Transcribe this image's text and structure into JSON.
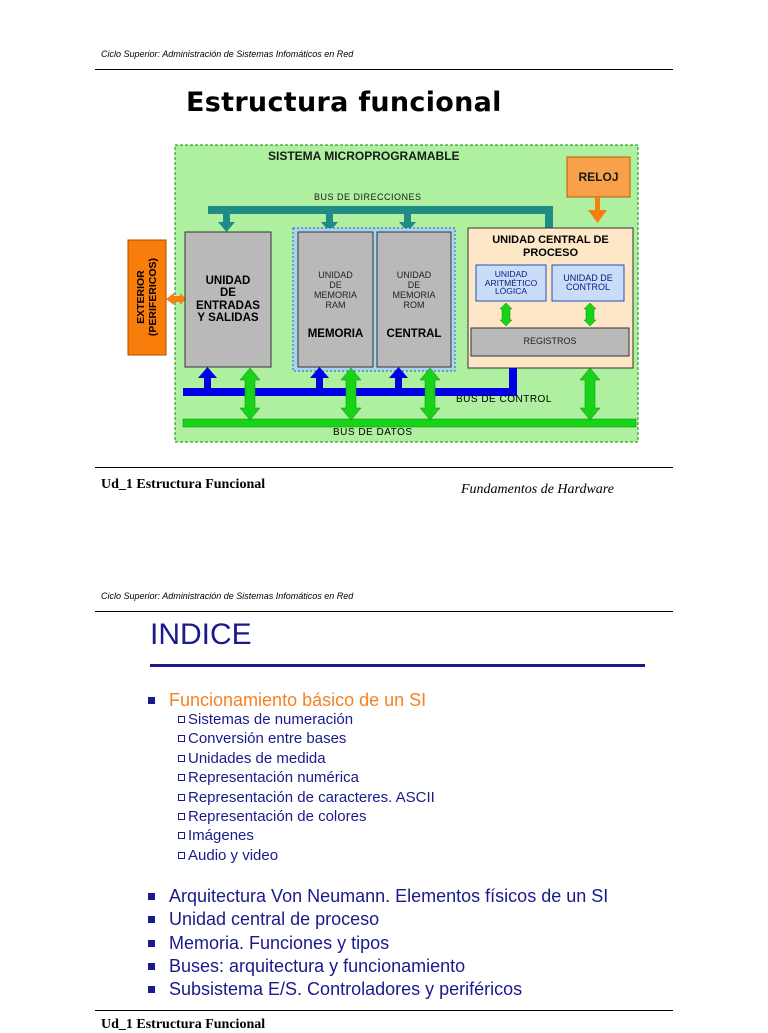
{
  "page1": {
    "header": "Ciclo Superior: Administración de Sistemas Infomáticos en Red",
    "slide_title": "Estructura funcional",
    "diagram": {
      "system_title": "SISTEMA MICROPROGRAMABLE",
      "bus_direcciones": "BUS DE DIRECCIONES",
      "bus_control": "BUS DE CONTROL",
      "bus_datos": "BUS DE DATOS",
      "reloj": "RELOJ",
      "exterior_line1": "EXTERIOR",
      "exterior_line2": "(PERIFERICOS)",
      "io_unit": [
        "UNIDAD",
        "DE",
        "ENTRADAS",
        "Y SALIDAS"
      ],
      "ram_unit": [
        "UNIDAD",
        "DE",
        "MEMORIA",
        "RAM"
      ],
      "rom_unit": [
        "UNIDAD",
        "DE",
        "MEMORIA",
        "ROM"
      ],
      "memoria_label": "MEMORIA",
      "central_label": "CENTRAL",
      "cpu_title": [
        "UNIDAD CENTRAL DE",
        "PROCESO"
      ],
      "alu": [
        "UNIDAD",
        "ARITMÉTICO",
        "LÓGICA"
      ],
      "control_unit": [
        "UNIDAD DE",
        "CONTROL"
      ],
      "registros": "REGISTROS"
    },
    "footer_left": "Ud_1 Estructura Funcional",
    "footer_right": "Fundamentos de Hardware"
  },
  "page2": {
    "header": "Ciclo Superior: Administración de Sistemas Infomáticos en Red",
    "index_title": "INDICE",
    "first_item": "Funcionamiento básico de un SI",
    "sub_items": [
      "Sistemas de numeración",
      "Conversión entre bases",
      "Unidades de medida",
      "Representación numérica",
      "Representación de caracteres. ASCII",
      "Representación de colores",
      "Imágenes",
      "Audio y video"
    ],
    "items": [
      "Arquitectura Von Neumann. Elementos físicos de un SI",
      "Unidad central de proceso",
      "Memoria. Funciones y tipos",
      "Buses: arquitectura y funcionamiento",
      "Subsistema E/S. Controladores y periféricos"
    ],
    "footer_left_partial": "Ud_1 Estructura Funcional"
  },
  "colors": {
    "diagram_bg": "#aef0a0",
    "gray_box": "#b9b9b9",
    "cpu_box": "#fde7c6",
    "blue_box": "#c9dcf8",
    "orange": "#f97d0a",
    "bus_blue": "#0000e6",
    "green_arrow": "#18d418",
    "teal_arrow": "#1f8c86",
    "index_blue": "#1a1a8c",
    "index_orange": "#f58220"
  }
}
